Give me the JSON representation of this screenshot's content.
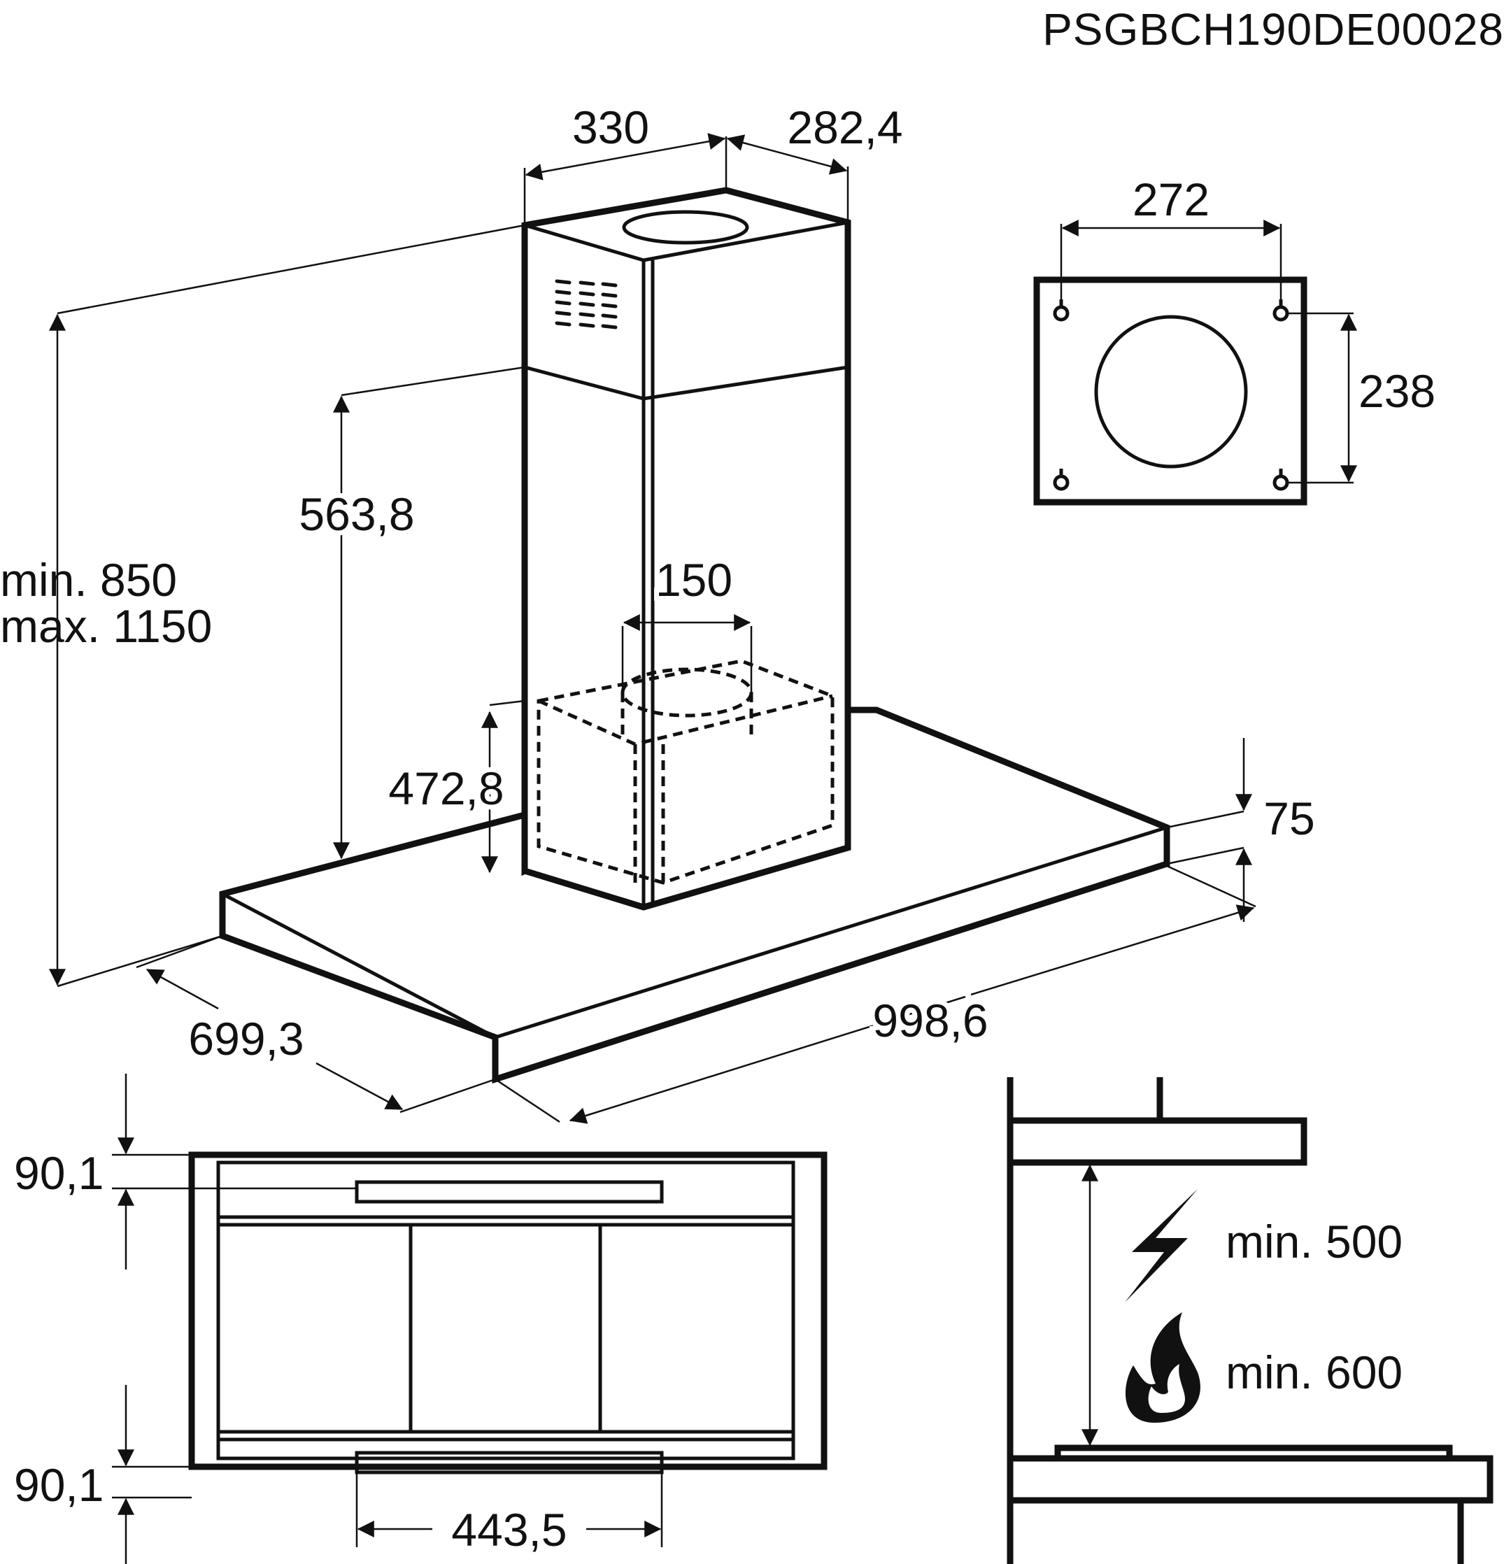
{
  "document_code": "PSGBCH190DE00028",
  "dimensions": {
    "chimney_width": "330",
    "chimney_depth": "282,4",
    "total_height": "min. 850",
    "total_height_max": "max. 1150",
    "upper_chimney_height": "563,8",
    "lower_chimney_height": "472,8",
    "outlet_diameter": "150",
    "canopy_thickness": "75",
    "canopy_depth": "699,3",
    "canopy_width": "998,6"
  },
  "bracket_view": {
    "hole_spacing_horizontal": "272",
    "hole_spacing_vertical": "238"
  },
  "underside_view": {
    "front_offset": "90,1",
    "rear_offset": "90,1",
    "filter_width": "443,5"
  },
  "clearance_view": {
    "electric_hob_clearance": "min. 500",
    "gas_hob_clearance": "min. 600",
    "electric_icon": "lightning-icon",
    "gas_icon": "flame-icon"
  }
}
